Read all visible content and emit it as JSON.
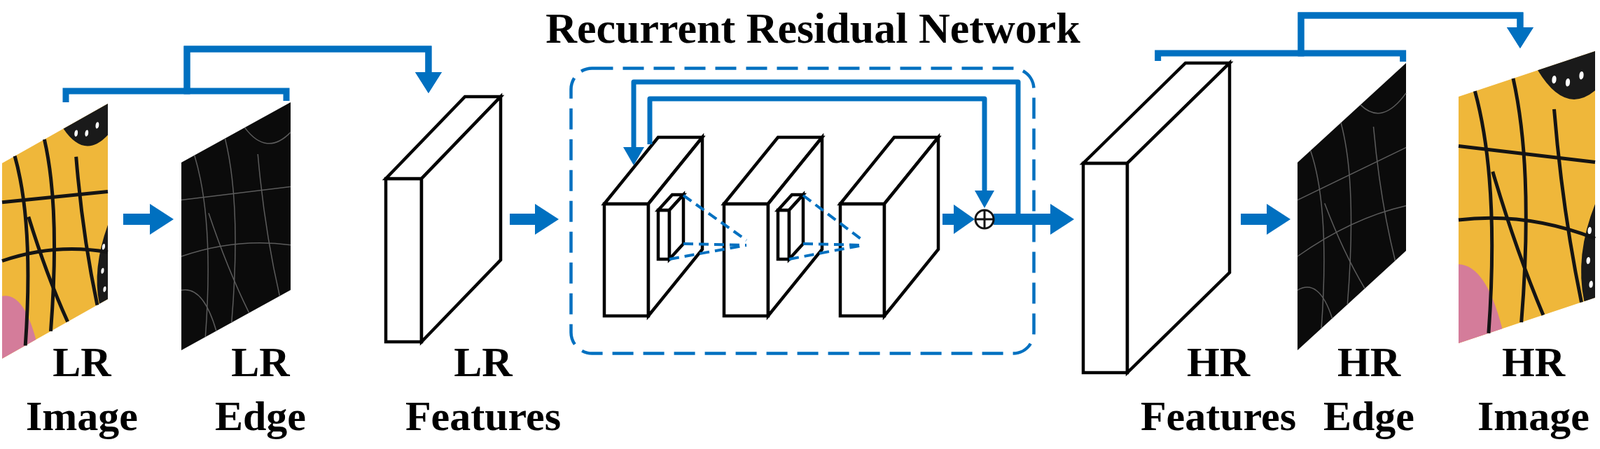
{
  "diagram": {
    "nodes": [
      {
        "text": [
          "LR Image"
        ]
      },
      {
        "text": [
          "LR Edge"
        ]
      },
      {
        "text": [
          "LR Features"
        ]
      },
      {
        "text": [
          "Recurrent Residual Network"
        ]
      },
      {
        "text": [
          "HR Features"
        ]
      },
      {
        "text": [
          "HR Edge"
        ]
      },
      {
        "text": [
          "HR Image"
        ]
      }
    ],
    "edges": [
      {
        "from": 0,
        "to": 1,
        "arrow": "to"
      },
      {
        "from": 0,
        "to": 2,
        "arrow": "to"
      },
      {
        "from": 1,
        "to": 2,
        "arrow": "to"
      },
      {
        "from": 2,
        "to": 3,
        "arrow": "to"
      },
      {
        "from": 3,
        "to": 4,
        "arrow": "to"
      },
      {
        "from": 4,
        "to": 5,
        "arrow": "to"
      },
      {
        "from": 4,
        "to": 6,
        "arrow": "to"
      },
      {
        "from": 5,
        "to": 6,
        "arrow": "to"
      }
    ]
  }
}
